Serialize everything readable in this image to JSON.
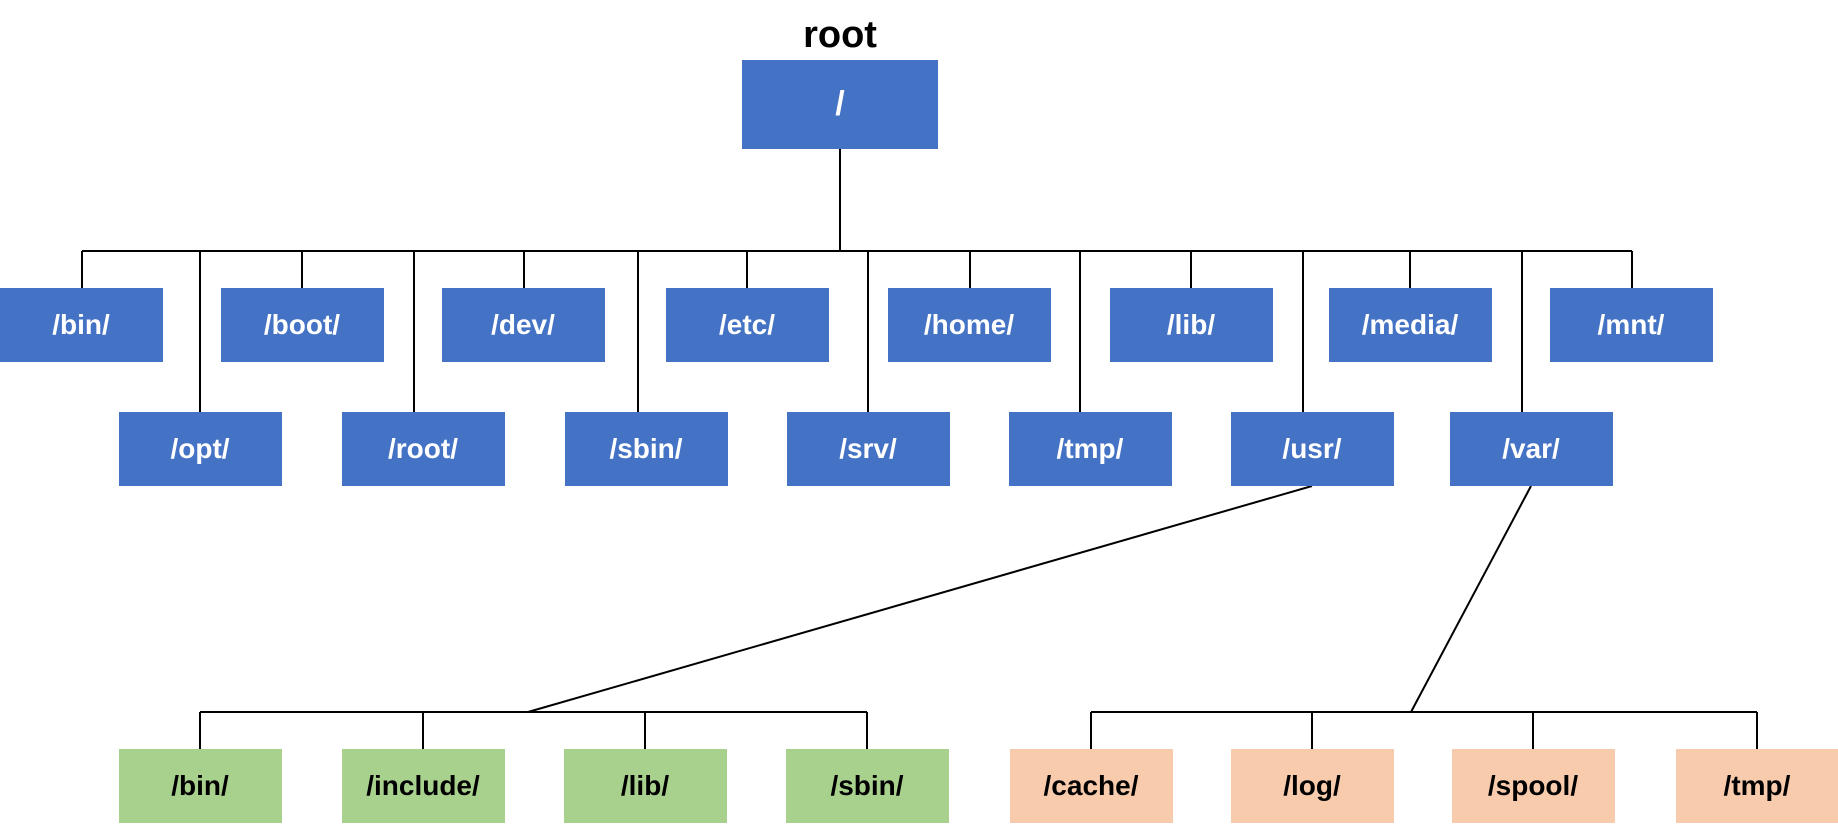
{
  "diagram": {
    "title": "root",
    "colors": {
      "primary": "#4472C4",
      "usr_children": "#A9D18E",
      "var_children": "#F8CBAD",
      "line": "#000000"
    },
    "root": {
      "id": "root",
      "label": "/"
    },
    "children": [
      {
        "id": "bin",
        "label": "/bin/"
      },
      {
        "id": "opt",
        "label": "/opt/"
      },
      {
        "id": "boot",
        "label": "/boot/"
      },
      {
        "id": "root-dir",
        "label": "/root/"
      },
      {
        "id": "dev",
        "label": "/dev/"
      },
      {
        "id": "sbin",
        "label": "/sbin/"
      },
      {
        "id": "etc",
        "label": "/etc/"
      },
      {
        "id": "srv",
        "label": "/srv/"
      },
      {
        "id": "home",
        "label": "/home/"
      },
      {
        "id": "tmp",
        "label": "/tmp/"
      },
      {
        "id": "lib",
        "label": "/lib/"
      },
      {
        "id": "usr",
        "label": "/usr/"
      },
      {
        "id": "media",
        "label": "/media/"
      },
      {
        "id": "var",
        "label": "/var/"
      },
      {
        "id": "mnt",
        "label": "/mnt/"
      }
    ],
    "usr_children": [
      {
        "id": "usr-bin",
        "label": "/bin/"
      },
      {
        "id": "usr-include",
        "label": "/include/"
      },
      {
        "id": "usr-lib",
        "label": "/lib/"
      },
      {
        "id": "usr-sbin",
        "label": "/sbin/"
      }
    ],
    "var_children": [
      {
        "id": "var-cache",
        "label": "/cache/"
      },
      {
        "id": "var-log",
        "label": "/log/"
      },
      {
        "id": "var-spool",
        "label": "/spool/"
      },
      {
        "id": "var-tmp",
        "label": "/tmp/"
      }
    ]
  }
}
